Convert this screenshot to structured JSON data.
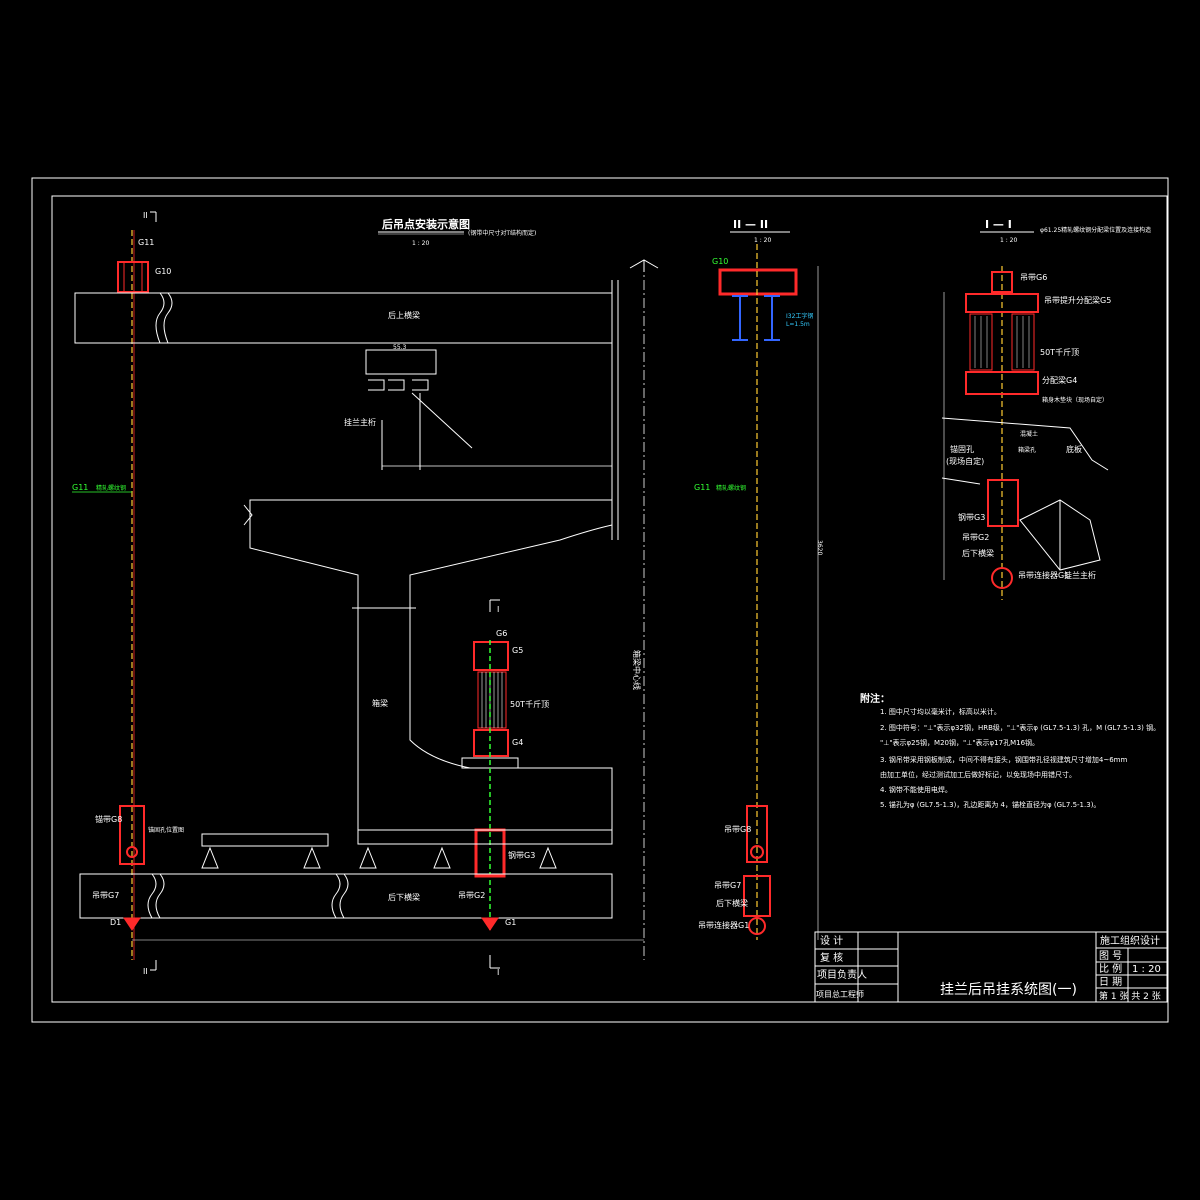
{
  "drawing": {
    "title": "挂兰后吊挂系统图(一)",
    "main_view": {
      "title": "后吊点安装示意图",
      "title_note": "(钢带中尺寸对T结构而定)",
      "scale": "1 : 20",
      "section_marks": {
        "top_left": "II",
        "bottom_left": "II",
        "section_top": "I",
        "section_bottom": "I"
      },
      "labels": {
        "g11_top": "G11",
        "g10": "G10",
        "beam_top": "后上横梁",
        "hanger_band": "挂兰主桁",
        "g11_mid": "G11",
        "g11_mid_note": "精轧螺纹钢",
        "box_beam": "箱梁",
        "centerline": "箱梁中心线",
        "g6": "G6",
        "g5": "G5",
        "jack": "50T千斤顶",
        "g4a": "G4",
        "anchor_g8": "锚带G8",
        "anchor_note": "锚固孔位置图",
        "band_g3": "钢带G3",
        "beam_bottom": "后下横梁",
        "anchor_g2": "吊带G2",
        "g7": "吊带G7",
        "d1": "D1",
        "g1": "G1",
        "dim_top": "55.3",
        "dim_height": "3620"
      }
    },
    "section_2": {
      "title": "II — II",
      "scale": "1 : 20",
      "labels": {
        "g10": "G10",
        "i_beam": "I32工字钢",
        "i_beam_note": "L=1.5m",
        "g11": "G11",
        "g11_note": "精轧螺纹钢",
        "anchor_g8": "吊带G8",
        "anchor_g7": "吊带G7",
        "beam_bottom": "后下横梁",
        "anchor_g1": "吊带连接器G1"
      }
    },
    "section_1": {
      "title": "I — I",
      "scale": "1 : 20",
      "title_note": "φ61.25精轧螺纹钢分配梁位置及连接构造",
      "labels": {
        "g6": "吊带G6",
        "g5": "吊带提升分配梁G5",
        "jack": "50T千斤顶",
        "g4": "分配梁G4",
        "bearing": "箱身木垫块（现场自定）",
        "concrete": "混凝土",
        "slab": "底板",
        "beam_hole": "箱梁孔",
        "anchor_note": "锚固孔",
        "anchor_note2": "(现场自定)",
        "band_g3": "钢带G3",
        "band_g2": "吊带G2",
        "beam_bottom": "后下横梁",
        "connector": "吊带连接器G1",
        "truss": "挂兰主桁"
      }
    },
    "notes": {
      "heading": "附注：",
      "items": [
        "1. 图中尺寸均以毫米计，标高以米计。",
        "2. 图中符号：\"⊥\"表示φ32钢，HRB级，\"⊥\"表示φ (GL7.5-1.3) 孔，M (GL7.5-1.3) 钢。",
        "   \"⊥\"表示φ25钢，M20钢，\"⊥\"表示φ17孔M16钢。",
        "3. 钢吊带采用钢板制成，中间不得有接头，钢围带孔径视建筑尺寸增加4~6mm",
        "   由加工单位，经过测试加工后做好标记，以免现场中用错尺寸。",
        "4. 钢带不能使用电焊。",
        "5. 锚孔为φ (GL7.5-1.3)，孔边距离为 4，锚栓直径为φ (GL7.5-1.3)。"
      ]
    },
    "title_block": {
      "left_rows": [
        {
          "label": "设  计"
        },
        {
          "label": "复  核"
        },
        {
          "label": "项目负责人"
        },
        {
          "label": "项目总工程师"
        }
      ],
      "right_header": "施工组织设计",
      "right_rows": [
        {
          "label": "图  号",
          "value": ""
        },
        {
          "label": "比  例",
          "value": "1 : 20"
        },
        {
          "label": "日  期",
          "value": ""
        }
      ],
      "sheet": "第 1 张 共 2 张"
    },
    "colors": {
      "background": "#000000",
      "frame": "#ffffff",
      "red": "#ff2a2a",
      "yellow": "#ffcc33",
      "green": "#33ff33",
      "cyan": "#33ccff",
      "blue": "#3366ff"
    }
  }
}
